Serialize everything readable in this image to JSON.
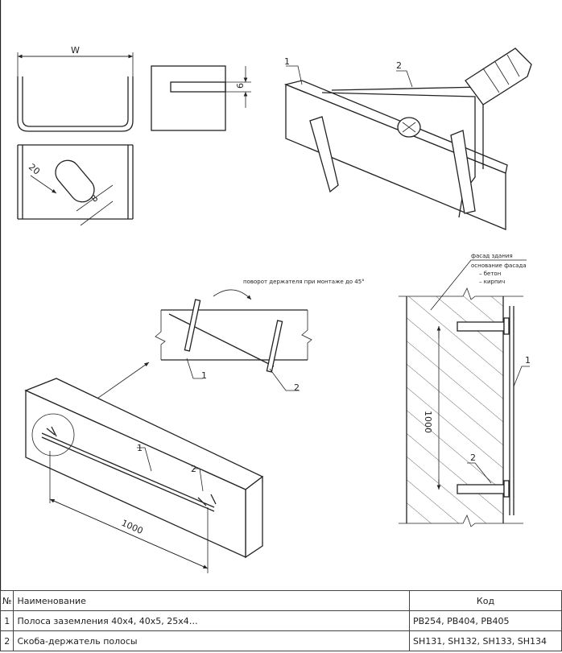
{
  "drawing": {
    "dim_w": "W",
    "dim_6": "6",
    "dim_20": "20",
    "dim_8": "8",
    "callout_1": "1",
    "callout_2": "2",
    "rotation_note": "поворот держателя при монтаже до 45°",
    "facade_title": "фасад здания",
    "facade_base": "основание фасада",
    "facade_concrete": "– бетон",
    "facade_brick": "– кирпич",
    "dim_1000": "1000"
  },
  "table": {
    "headers": {
      "num": "№",
      "name": "Наименование",
      "code": "Код"
    },
    "rows": [
      {
        "num": "1",
        "name": "Полоса заземления 40x4, 40x5, 25x4…",
        "code": "PB254, PB404, PB405"
      },
      {
        "num": "2",
        "name": "Скоба-держатель полосы",
        "code": "SH131, SH132, SH133, SH134"
      }
    ]
  }
}
